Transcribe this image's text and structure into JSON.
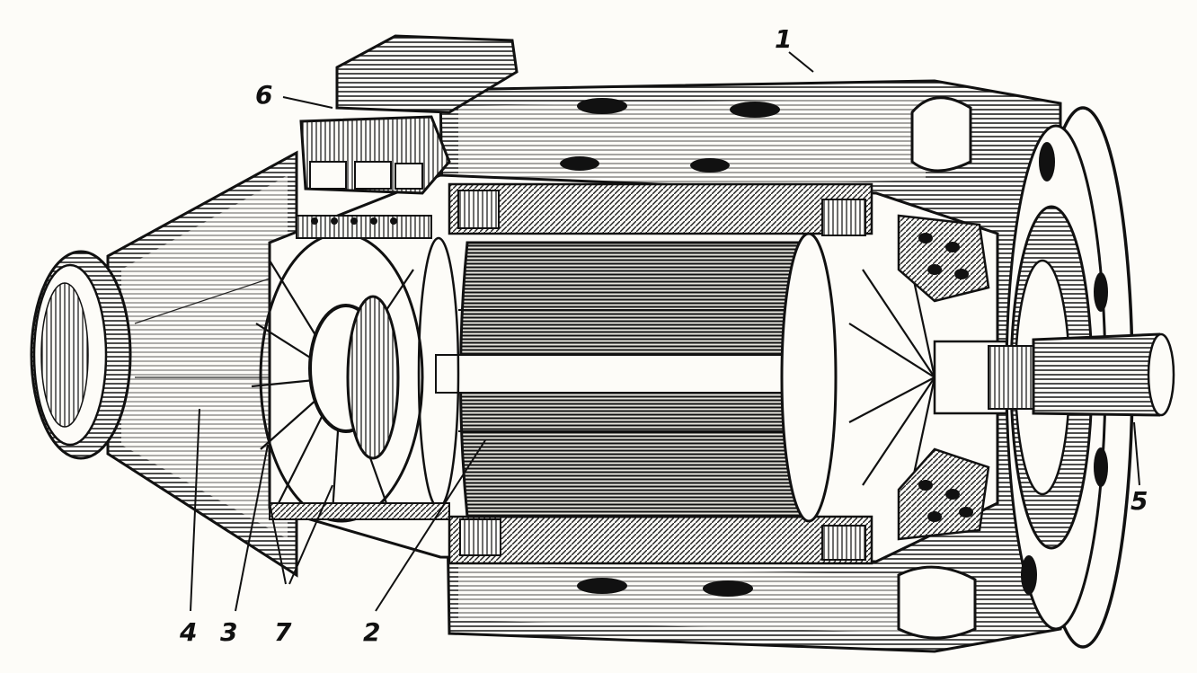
{
  "illustration": {
    "subject": "electric-machine-cutaway",
    "palette": {
      "ink": "#111111",
      "paper": "#fdfcf8",
      "shade": "#3a3a3a"
    }
  },
  "callouts": [
    {
      "id": "1",
      "text": "1"
    },
    {
      "id": "2",
      "text": "2"
    },
    {
      "id": "3",
      "text": "3"
    },
    {
      "id": "4",
      "text": "4"
    },
    {
      "id": "5",
      "text": "5"
    },
    {
      "id": "6",
      "text": "6"
    },
    {
      "id": "7",
      "text": "7"
    }
  ]
}
